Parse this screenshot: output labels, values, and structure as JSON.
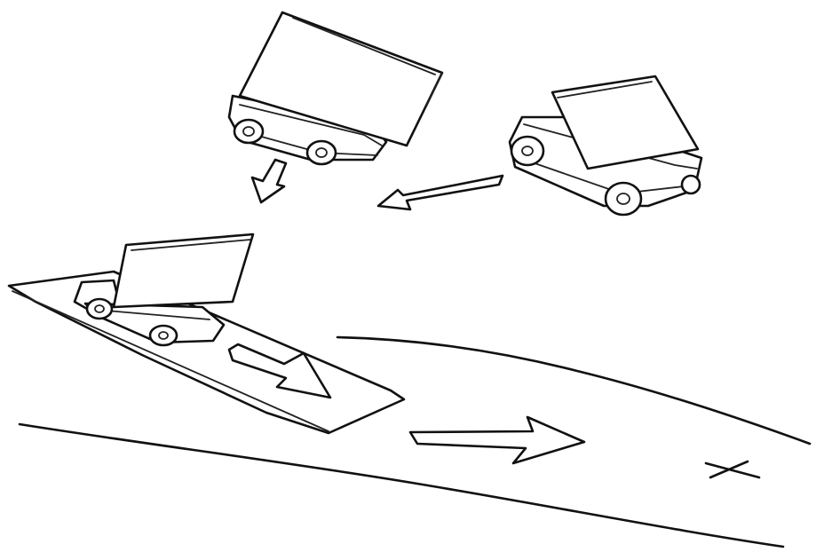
{
  "figure": {
    "kind": "hand-drawn sketch",
    "ink_color": "#111111",
    "background_color": "#ffffff",
    "elements": [
      "cart-with-tilted-panel-top-left",
      "cart-with-tilted-panel-top-right",
      "cart-on-ramp-lower-left",
      "road",
      "arrow-down",
      "arrow-left",
      "arrow-ramp",
      "arrow-road",
      "target-x-mark"
    ]
  }
}
